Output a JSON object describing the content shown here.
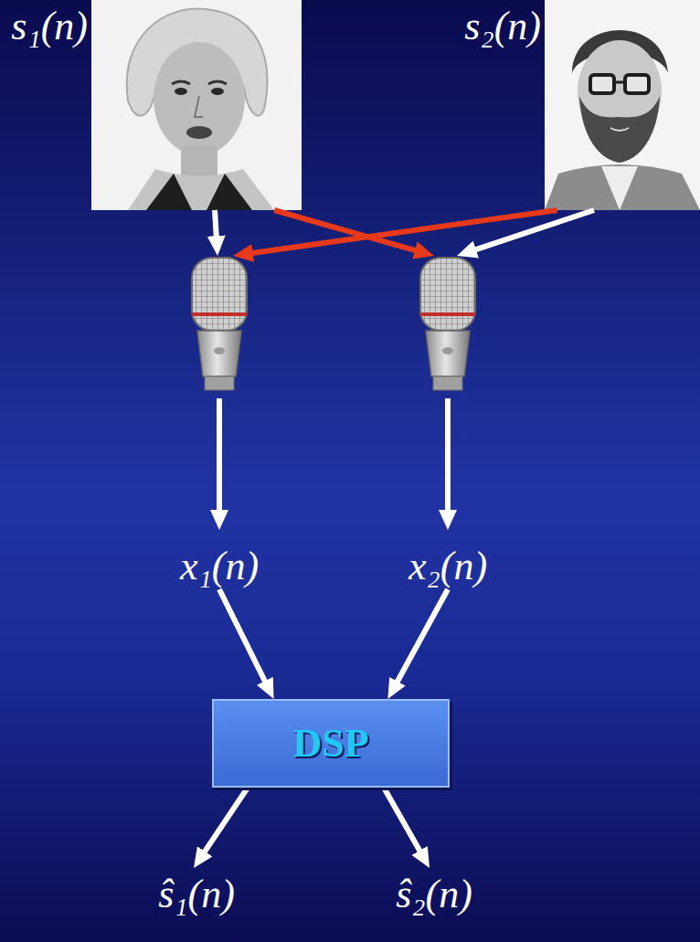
{
  "diagram": {
    "nodes": [
      {
        "text": [
          "s₁(n)"
        ]
      },
      {
        "text": [
          "s₂(n)"
        ]
      },
      {
        "text": [
          "x₁(n)"
        ]
      },
      {
        "text": [
          "x₂(n)"
        ]
      },
      {
        "text": [
          "DSP"
        ]
      },
      {
        "text": [
          "ŝ₁(n)"
        ]
      },
      {
        "text": [
          "ŝ₂(n)"
        ]
      }
    ],
    "edges": [
      {
        "from": 0,
        "to": 2,
        "arrow": "to"
      },
      {
        "from": 0,
        "to": 3,
        "arrow": "to"
      },
      {
        "from": 1,
        "to": 2,
        "arrow": "to"
      },
      {
        "from": 1,
        "to": 3,
        "arrow": "to"
      },
      {
        "from": 2,
        "to": 4,
        "arrow": "to"
      },
      {
        "from": 3,
        "to": 4,
        "arrow": "to"
      },
      {
        "from": 4,
        "to": 5,
        "arrow": "to"
      },
      {
        "from": 4,
        "to": 6,
        "arrow": "to"
      }
    ]
  }
}
